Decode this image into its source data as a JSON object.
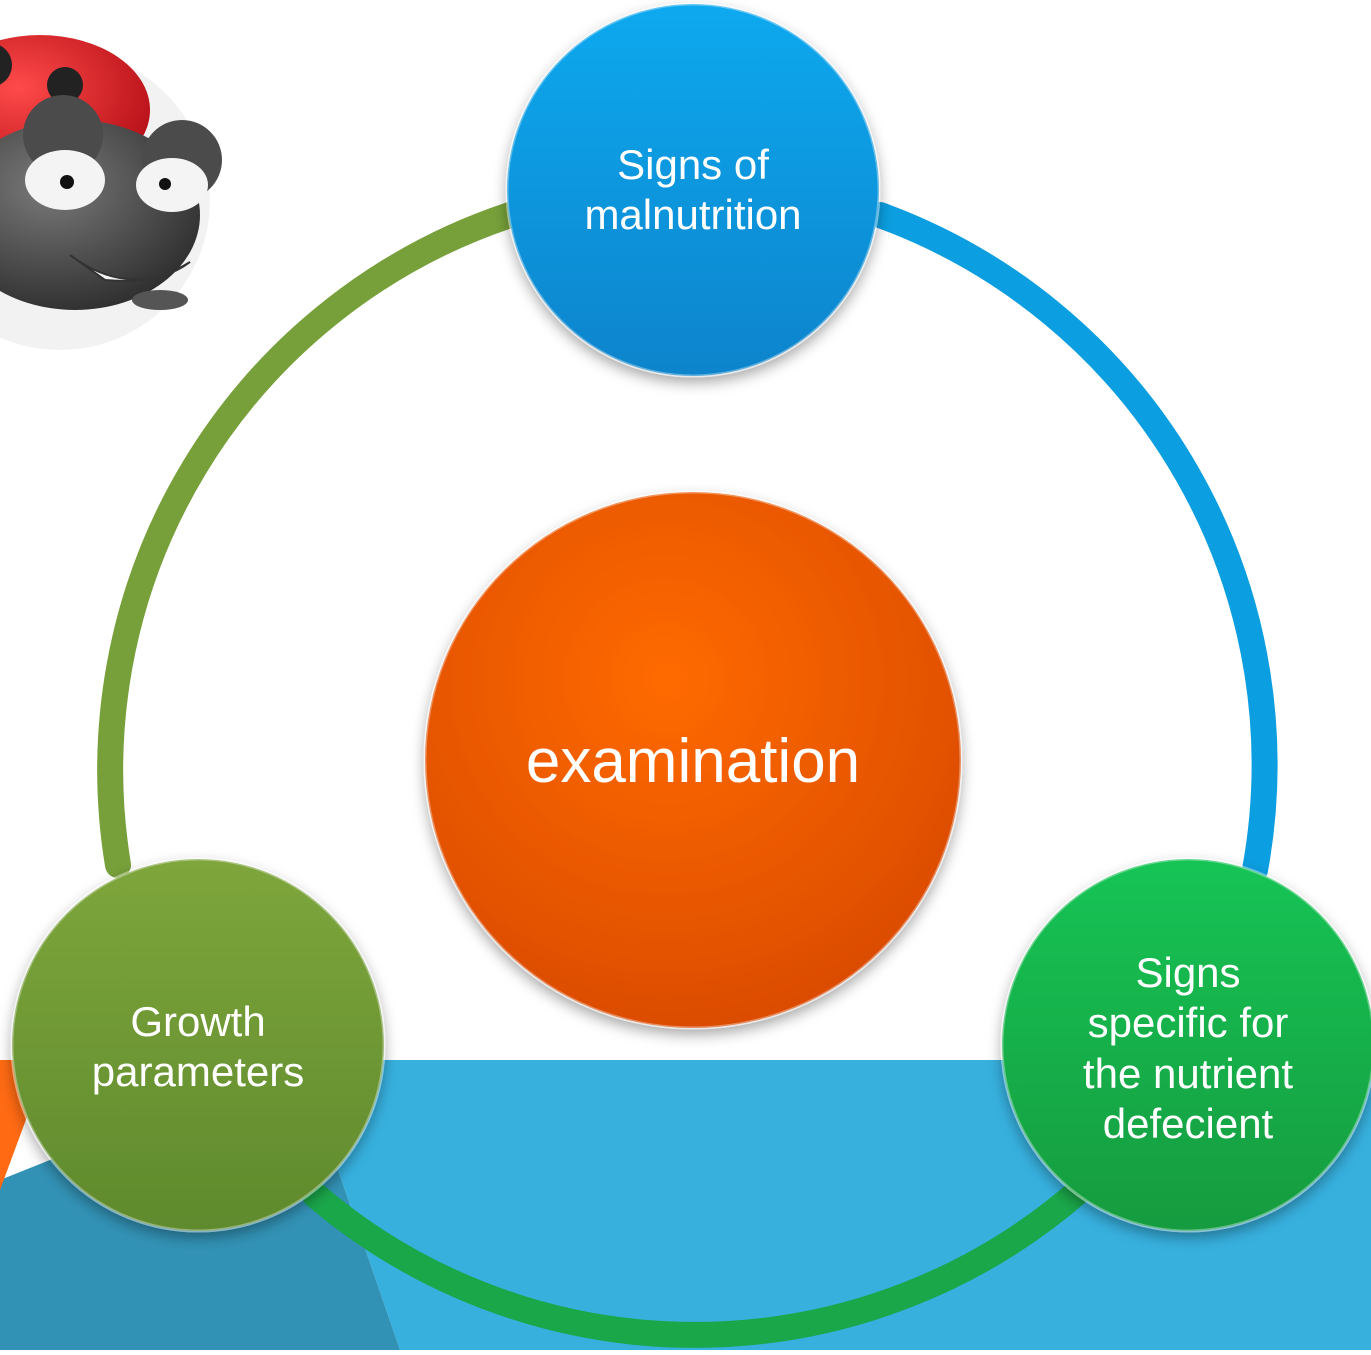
{
  "diagram": {
    "center": {
      "label": "examination",
      "color": "#e2540b"
    },
    "nodes": [
      {
        "label": "Signs of malnutrition",
        "lines": [
          "Signs of",
          "malnutrition"
        ],
        "color": "#0a8fd8"
      },
      {
        "label": "Signs specific for the nutrient defecient",
        "lines": [
          "Signs",
          "specific for",
          "the nutrient",
          "defecient"
        ],
        "color": "#17b14a"
      },
      {
        "label": "Growth parameters",
        "lines": [
          "Growth",
          "parameters"
        ],
        "color": "#6f9a33"
      }
    ],
    "ring_segments": [
      {
        "from": "Signs of malnutrition",
        "to": "Signs specific for the nutrient defecient",
        "color": "#0b9ee0"
      },
      {
        "from": "Signs specific for the nutrient defecient",
        "to": "Growth parameters",
        "color": "#1aa74a"
      },
      {
        "from": "Growth parameters",
        "to": "Signs of malnutrition",
        "color": "#77a03a"
      }
    ]
  },
  "decor": {
    "mascot_icon": "ladybug-mascot",
    "background_band_color": "#37b0de",
    "background_shade_color": "#3292b5",
    "background_accent_color": "#ff6a13"
  }
}
